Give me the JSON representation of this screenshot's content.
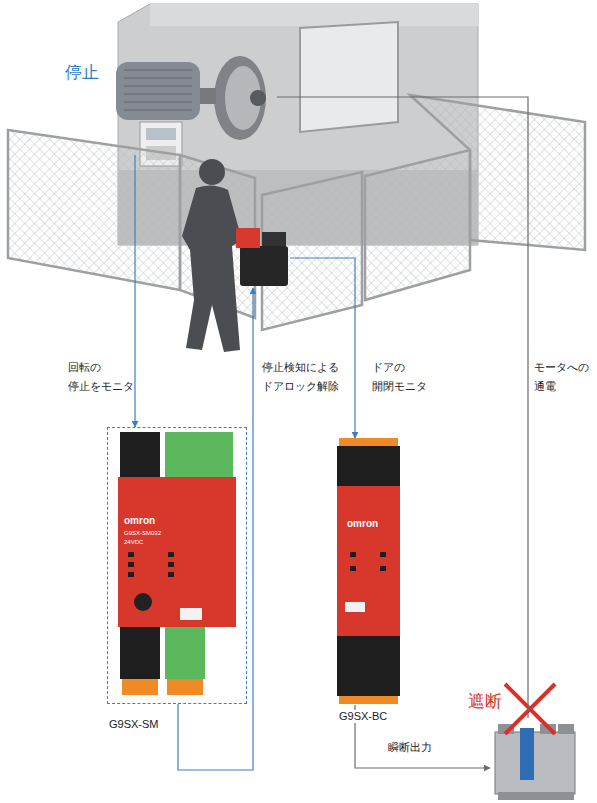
{
  "diagram": {
    "nodes": [
      {
        "text": [
          "停止"
        ]
      },
      {
        "text": []
      },
      {
        "text": [
          "G9SX-SM"
        ]
      },
      {
        "text": [
          "omron",
          "G9SX-SM032",
          "24VDC"
        ],
        "in": 2
      },
      {
        "text": [
          "omron",
          "G9SX-BC"
        ]
      },
      {
        "text": [
          "遮断"
        ]
      }
    ],
    "edges": [
      {
        "from": 0,
        "to": 2,
        "arrow": "to",
        "label": "回転の 停止をモニタ"
      },
      {
        "from": 2,
        "to": 1,
        "arrow": "to",
        "label": "停止検知による ドアロック解除"
      },
      {
        "from": 1,
        "to": 4,
        "arrow": "to",
        "label": "ドアの 開閉モニタ"
      },
      {
        "from": 4,
        "to": 5,
        "arrow": "to",
        "label": "瞬断出力"
      },
      {
        "from": 5,
        "to": 0,
        "arrow": "none",
        "label": "モータへの 通電"
      }
    ]
  }
}
